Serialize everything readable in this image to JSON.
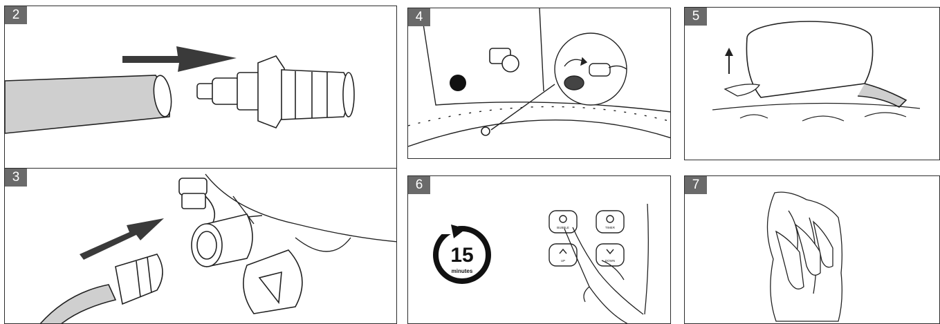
{
  "steps": [
    {
      "number": "2"
    },
    {
      "number": "3"
    },
    {
      "number": "4"
    },
    {
      "number": "5"
    },
    {
      "number": "6"
    },
    {
      "number": "7"
    }
  ],
  "timer": {
    "value": "15",
    "unit": "minutes"
  },
  "control_panel": {
    "bubble": "BUBBLE",
    "timer": "TIMER",
    "up": "UP",
    "down": "DOWN"
  },
  "colors": {
    "frame": "#2b2b2b",
    "badge": "#6a6a6a",
    "arrow": "#3a3a3a",
    "hose": "#cfcfcf"
  }
}
